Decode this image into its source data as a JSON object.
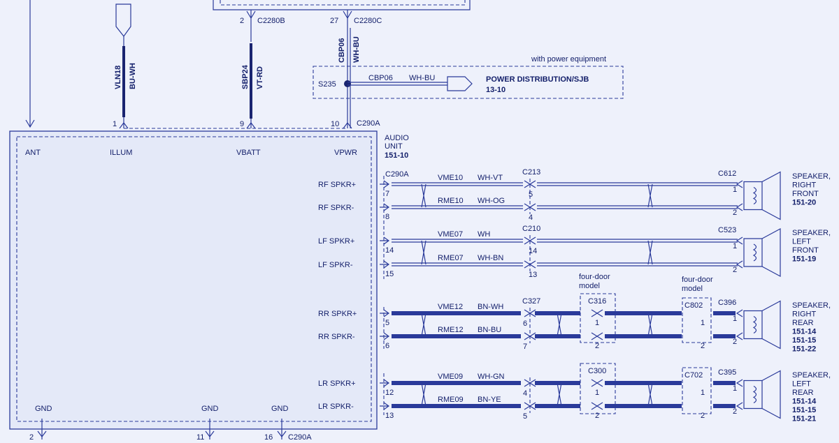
{
  "top_connectors": {
    "c2280b_pin": "2",
    "c2280b": "C2280B",
    "c2280c_pin": "27",
    "c2280c": "C2280C"
  },
  "vertical_wires": {
    "vln18": "VLN18",
    "vln18_color": "BU-WH",
    "sbp24": "SBP24",
    "sbp24_color": "VT-RD",
    "cbp06": "CBP06",
    "cbp06_color": "WH-BU"
  },
  "power_equipment": {
    "note": "with power equipment",
    "splice": "S235",
    "circuit": "CBP06",
    "color": "WH-BU",
    "dest_line1": "POWER DISTRIBUTION/SJB",
    "dest_line2": "13-10"
  },
  "audio_unit": {
    "top_pins": {
      "illum_pin": "1",
      "vbatt_pin": "9",
      "vpwr_pin": "10",
      "connector": "C290A"
    },
    "labels": {
      "ant": "ANT",
      "illum": "ILLUM",
      "vbatt": "VBATT",
      "vpwr": "VPWR"
    },
    "title_line1": "AUDIO",
    "title_line2": "UNIT",
    "title_ref": "151-10",
    "gnd": "GND",
    "bottom_pins": {
      "gnd1_pin": "2",
      "gnd2_pin": "11",
      "gnd3_pin": "16",
      "connector": "C290A"
    }
  },
  "speaker_groups": [
    {
      "out_connector": "C290A",
      "pos": {
        "label": "RF SPKR+",
        "pin": "7",
        "circuit": "VME10",
        "color": "WH-VT",
        "mid_pin": "5",
        "spk_pin": "1"
      },
      "neg": {
        "label": "RF SPKR-",
        "pin": "8",
        "circuit": "RME10",
        "color": "WH-OG",
        "mid_pin": "4",
        "spk_pin": "2"
      },
      "mid_connector": "C213",
      "spk_connector": "C612",
      "speaker_name": [
        "SPEAKER,",
        "RIGHT",
        "FRONT"
      ],
      "speaker_refs": [
        "151-20"
      ]
    },
    {
      "pos": {
        "label": "LF SPKR+",
        "pin": "14",
        "circuit": "VME07",
        "color": "WH",
        "mid_pin": "14",
        "spk_pin": "1"
      },
      "neg": {
        "label": "LF SPKR-",
        "pin": "15",
        "circuit": "RME07",
        "color": "WH-BN",
        "mid_pin": "13",
        "spk_pin": "2"
      },
      "mid_connector": "C210",
      "spk_connector": "C523",
      "speaker_name": [
        "SPEAKER,",
        "LEFT",
        "FRONT"
      ],
      "speaker_refs": [
        "151-19"
      ]
    },
    {
      "pos": {
        "label": "RR SPKR+",
        "pin": "5",
        "circuit": "VME12",
        "color": "BN-WH",
        "mid_pin": "6",
        "door_pin": "1",
        "door2_pin": "1",
        "spk_pin": "1"
      },
      "neg": {
        "label": "RR SPKR-",
        "pin": "6",
        "circuit": "RME12",
        "color": "BN-BU",
        "mid_pin": "7",
        "door_pin": "2",
        "door2_pin": "2",
        "spk_pin": "2"
      },
      "mid_connector": "C327",
      "door_connector": "C316",
      "door2_connector": "C802",
      "spk_connector": "C396",
      "four_door_line1": "four-door",
      "four_door_line2": "model",
      "speaker_name": [
        "SPEAKER,",
        "RIGHT",
        "REAR"
      ],
      "speaker_refs": [
        "151-14",
        "151-15",
        "151-22"
      ]
    },
    {
      "pos": {
        "label": "LR SPKR+",
        "pin": "12",
        "circuit": "VME09",
        "color": "WH-GN",
        "mid_pin": "4",
        "door_pin": "1",
        "door2_pin": "1",
        "spk_pin": "1"
      },
      "neg": {
        "label": "LR SPKR-",
        "pin": "13",
        "circuit": "RME09",
        "color": "BN-YE",
        "mid_pin": "5",
        "door_pin": "2",
        "door2_pin": "2",
        "spk_pin": "2"
      },
      "mid_connector": "",
      "door_connector": "C300",
      "door2_connector": "C702",
      "spk_connector": "C395",
      "speaker_name": [
        "SPEAKER,",
        "LEFT",
        "REAR"
      ],
      "speaker_refs": [
        "151-14",
        "151-15",
        "151-21"
      ]
    }
  ],
  "colors": {
    "line": "#2a3a9a",
    "text": "#14206b",
    "background": "#eef1fb",
    "box_fill": "#e4e9f8"
  }
}
